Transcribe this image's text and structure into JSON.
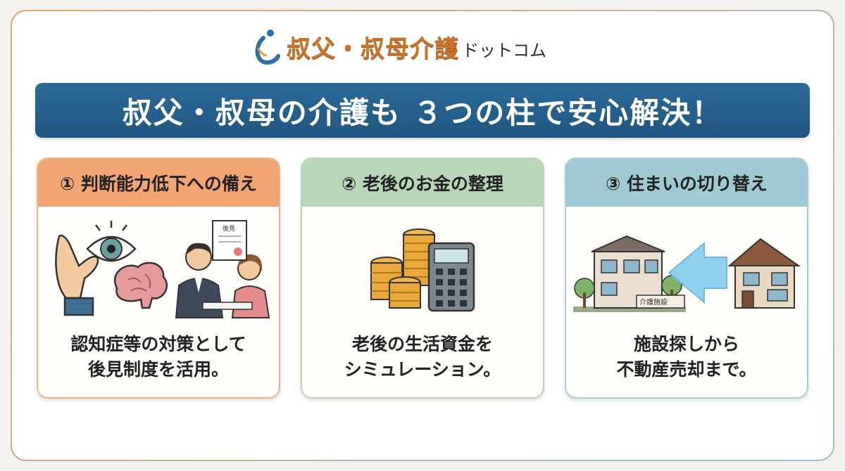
{
  "logo": {
    "main": "叔父・叔母介護",
    "sub": "ドットコム",
    "icon": "logo-mark-icon",
    "color": "#c8742a"
  },
  "banner": {
    "title": "叔父・叔母の介護も ３つの柱で安心解決！",
    "color": "#245d88"
  },
  "cards": [
    {
      "title": "① 判断能力低下への備え",
      "lines": [
        "認知症等の対策として",
        "後見制度を活用。"
      ],
      "document_label": "後見",
      "icons": [
        "hand-icon",
        "eye-icon",
        "brain-icon",
        "consultation-icon",
        "document-icon"
      ],
      "color": "#f1a574"
    },
    {
      "title": "② 老後のお金の整理",
      "lines": [
        "老後の生活資金を",
        "シミュレーション。"
      ],
      "icons": [
        "coins-icon",
        "calculator-icon"
      ],
      "color": "#b7d7b8"
    },
    {
      "title": "③ 住まいの切り替え",
      "lines": [
        "施設探しから",
        "不動産売却まで。"
      ],
      "facility_label": "介護施設",
      "icons": [
        "facility-building-icon",
        "arrow-left-icon",
        "house-icon"
      ],
      "color": "#9fcad3"
    }
  ]
}
